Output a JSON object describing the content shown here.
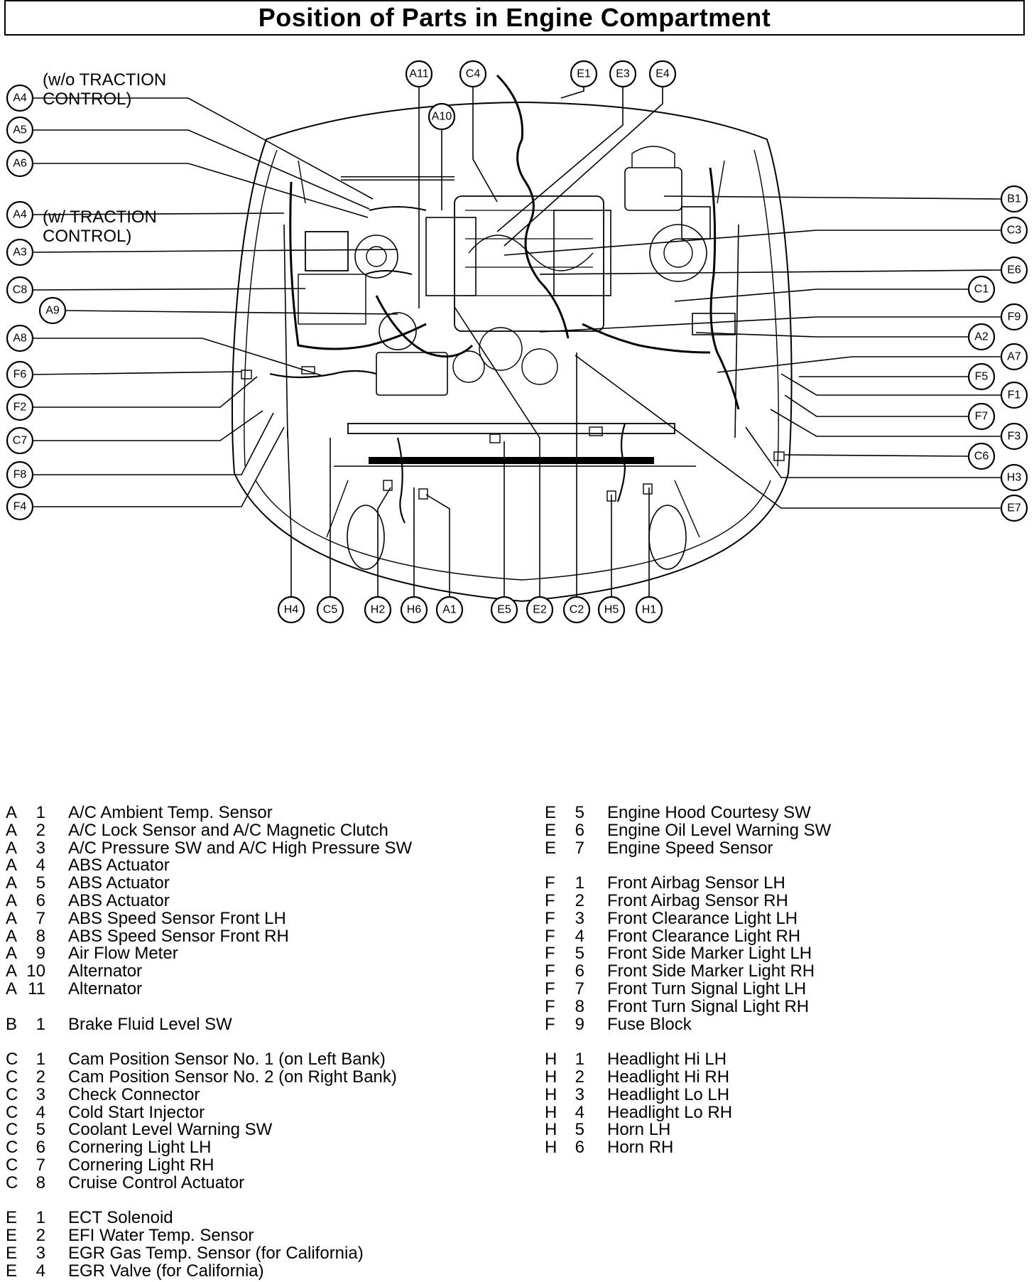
{
  "title": "Position of Parts in Engine Compartment",
  "notes": {
    "without_traction": "(w/o TRACTION\nCONTROL)",
    "with_traction": "(w/ TRACTION\nCONTROL)"
  },
  "callouts": {
    "left": [
      "A4",
      "A5",
      "A6",
      "A4",
      "A3",
      "C8",
      "A9",
      "A8",
      "F6",
      "F2",
      "C7",
      "F8",
      "F4"
    ],
    "top": [
      "A11",
      "A10",
      "C4",
      "E1",
      "E3",
      "E4"
    ],
    "right": [
      "B1",
      "C3",
      "E6",
      "C1",
      "F9",
      "A2",
      "A7",
      "F5",
      "F1",
      "F7",
      "F3",
      "C6",
      "H3",
      "E7"
    ],
    "bottom": [
      "H4",
      "C5",
      "H2",
      "H6",
      "A1",
      "E5",
      "E2",
      "C2",
      "H5",
      "H1"
    ]
  },
  "legend": {
    "left": [
      {
        "letter": "A",
        "num": "1",
        "name": "A/C Ambient Temp. Sensor"
      },
      {
        "letter": "A",
        "num": "2",
        "name": "A/C Lock Sensor and A/C Magnetic Clutch"
      },
      {
        "letter": "A",
        "num": "3",
        "name": "A/C Pressure SW and A/C High Pressure SW"
      },
      {
        "letter": "A",
        "num": "4",
        "name": "ABS Actuator"
      },
      {
        "letter": "A",
        "num": "5",
        "name": "ABS Actuator"
      },
      {
        "letter": "A",
        "num": "6",
        "name": "ABS Actuator"
      },
      {
        "letter": "A",
        "num": "7",
        "name": "ABS Speed Sensor Front LH"
      },
      {
        "letter": "A",
        "num": "8",
        "name": "ABS Speed Sensor Front RH"
      },
      {
        "letter": "A",
        "num": "9",
        "name": "Air Flow Meter"
      },
      {
        "letter": "A",
        "num": "10",
        "name": "Alternator"
      },
      {
        "letter": "A",
        "num": "11",
        "name": "Alternator"
      },
      {
        "gap": true
      },
      {
        "letter": "B",
        "num": "1",
        "name": "Brake Fluid Level SW"
      },
      {
        "gap": true
      },
      {
        "letter": "C",
        "num": "1",
        "name": "Cam Position Sensor No. 1 (on Left Bank)"
      },
      {
        "letter": "C",
        "num": "2",
        "name": "Cam Position Sensor No. 2 (on Right Bank)"
      },
      {
        "letter": "C",
        "num": "3",
        "name": "Check Connector"
      },
      {
        "letter": "C",
        "num": "4",
        "name": "Cold Start Injector"
      },
      {
        "letter": "C",
        "num": "5",
        "name": "Coolant Level Warning SW"
      },
      {
        "letter": "C",
        "num": "6",
        "name": "Cornering Light LH"
      },
      {
        "letter": "C",
        "num": "7",
        "name": "Cornering Light RH"
      },
      {
        "letter": "C",
        "num": "8",
        "name": "Cruise Control Actuator"
      },
      {
        "gap": true
      },
      {
        "letter": "E",
        "num": "1",
        "name": "ECT Solenoid"
      },
      {
        "letter": "E",
        "num": "2",
        "name": "EFI Water Temp. Sensor"
      },
      {
        "letter": "E",
        "num": "3",
        "name": "EGR Gas Temp. Sensor (for California)"
      },
      {
        "letter": "E",
        "num": "4",
        "name": "EGR Valve (for California)"
      }
    ],
    "right": [
      {
        "letter": "E",
        "num": "5",
        "name": "Engine Hood Courtesy SW"
      },
      {
        "letter": "E",
        "num": "6",
        "name": "Engine Oil Level Warning SW"
      },
      {
        "letter": "E",
        "num": "7",
        "name": "Engine Speed Sensor"
      },
      {
        "gap": true
      },
      {
        "letter": "F",
        "num": "1",
        "name": "Front Airbag Sensor LH"
      },
      {
        "letter": "F",
        "num": "2",
        "name": "Front Airbag Sensor RH"
      },
      {
        "letter": "F",
        "num": "3",
        "name": "Front Clearance Light LH"
      },
      {
        "letter": "F",
        "num": "4",
        "name": "Front Clearance Light RH"
      },
      {
        "letter": "F",
        "num": "5",
        "name": "Front Side Marker Light LH"
      },
      {
        "letter": "F",
        "num": "6",
        "name": "Front Side Marker Light RH"
      },
      {
        "letter": "F",
        "num": "7",
        "name": "Front Turn Signal Light LH"
      },
      {
        "letter": "F",
        "num": "8",
        "name": "Front Turn Signal Light RH"
      },
      {
        "letter": "F",
        "num": "9",
        "name": "Fuse Block"
      },
      {
        "gap": true
      },
      {
        "letter": "H",
        "num": "1",
        "name": "Headlight Hi LH"
      },
      {
        "letter": "H",
        "num": "2",
        "name": "Headlight Hi RH"
      },
      {
        "letter": "H",
        "num": "3",
        "name": "Headlight Lo LH"
      },
      {
        "letter": "H",
        "num": "4",
        "name": "Headlight Lo RH"
      },
      {
        "letter": "H",
        "num": "5",
        "name": "Horn LH"
      },
      {
        "letter": "H",
        "num": "6",
        "name": "Horn RH"
      }
    ]
  }
}
